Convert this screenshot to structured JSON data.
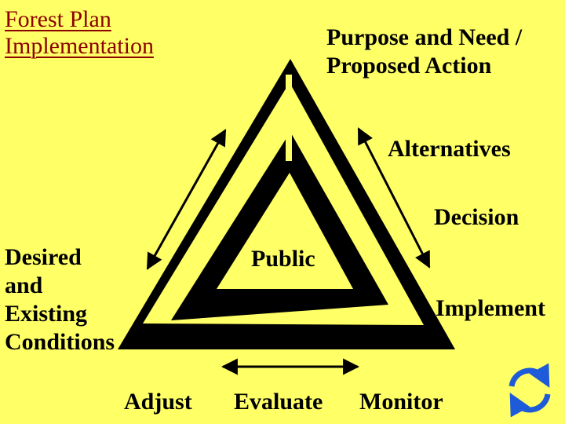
{
  "title": {
    "line1": "Forest Plan ",
    "line2": "Implementation"
  },
  "labels": {
    "purpose_line1": "Purpose and Need /",
    "purpose_line2": "Proposed Action",
    "alternatives": "Alternatives",
    "decision": "Decision",
    "public": "Public",
    "implement": "Implement",
    "desired_line1": "Desired",
    "desired_line2": "and",
    "desired_line3": "Existing",
    "desired_line4": "Conditions",
    "adjust": "Adjust",
    "evaluate": "Evaluate",
    "monitor": "Monitor"
  },
  "colors": {
    "background": "#FFFF66",
    "title": "#8B0000",
    "ink": "#000000",
    "cycle_icon": "#1E5BD8"
  },
  "icons": {
    "cycle": "refresh-cycle-icon"
  }
}
